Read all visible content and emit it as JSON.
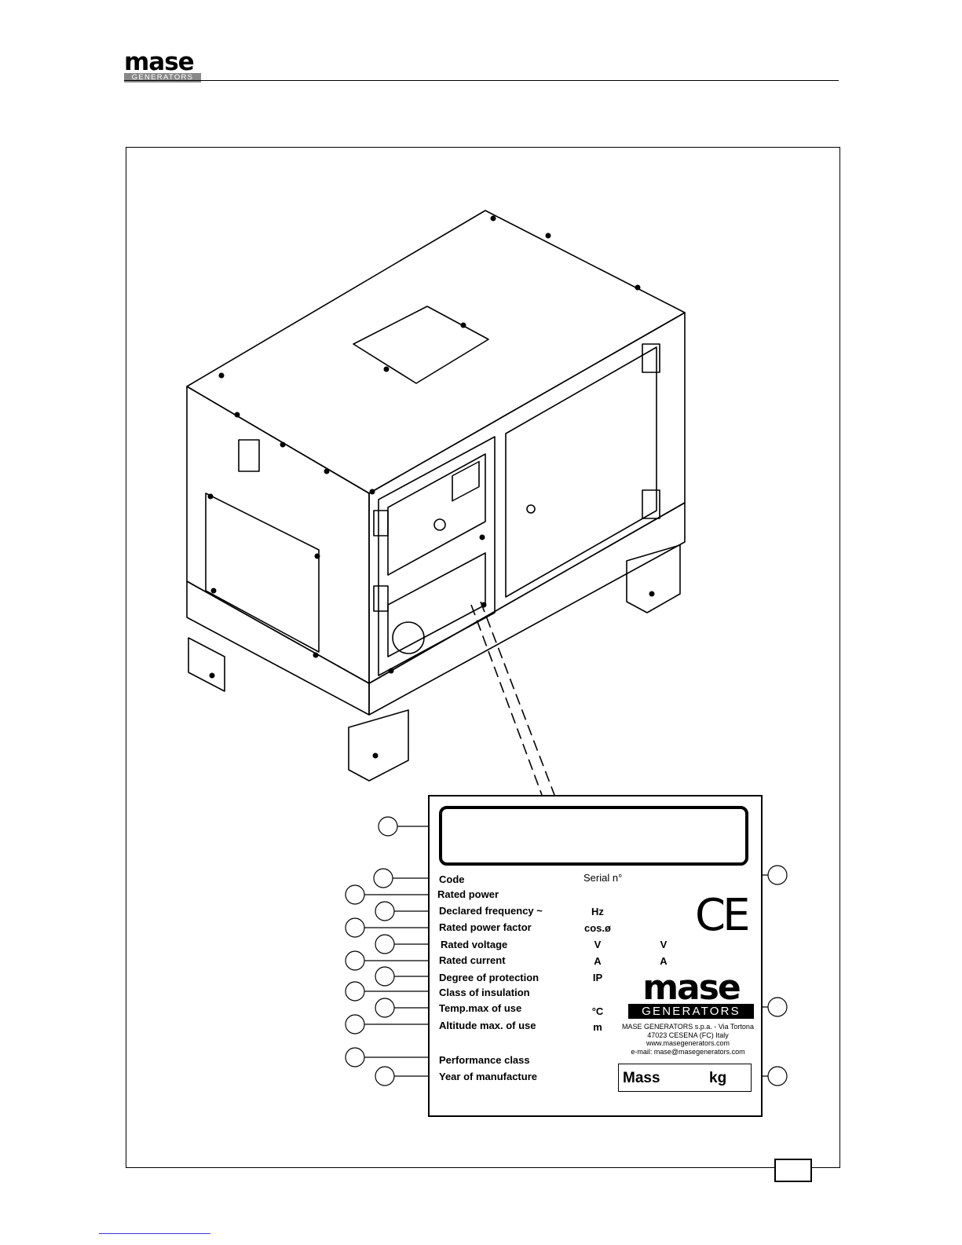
{
  "header": {
    "logo_word": "mase",
    "logo_sub": "GENERATORS"
  },
  "plate": {
    "fields": {
      "code": "Code",
      "serial": "Serial n°",
      "rated_power": "Rated power",
      "declared_frequency": "Declared frequency ~",
      "rated_power_factor": "Rated power factor",
      "rated_voltage": "Rated voltage",
      "rated_current": "Rated current",
      "degree_of_protection": "Degree of protection",
      "class_of_insulation": "Class of insulation",
      "temp_max": "Temp.max of use",
      "altitude_max": "Altitude max. of use",
      "performance_class": "Performance class",
      "year_of_manufacture": "Year of manufacture"
    },
    "units": {
      "frequency": "Hz",
      "power_factor": "cos.ø",
      "voltage_1": "V",
      "voltage_2": "V",
      "current_1": "A",
      "current_2": "A",
      "protection": "IP",
      "temperature": "°C",
      "altitude": "m"
    },
    "ce_mark": "CE",
    "logo_word": "mase",
    "logo_sub": "GENERATORS",
    "address": [
      "MASE GENERATORS s.p.a. - Via Tortona",
      "47023 CESENA (FC) Italy",
      "www.masegenerators.com",
      "e-mail: mase@masegenerators.com"
    ],
    "mass_label": "Mass",
    "mass_unit": "kg"
  }
}
